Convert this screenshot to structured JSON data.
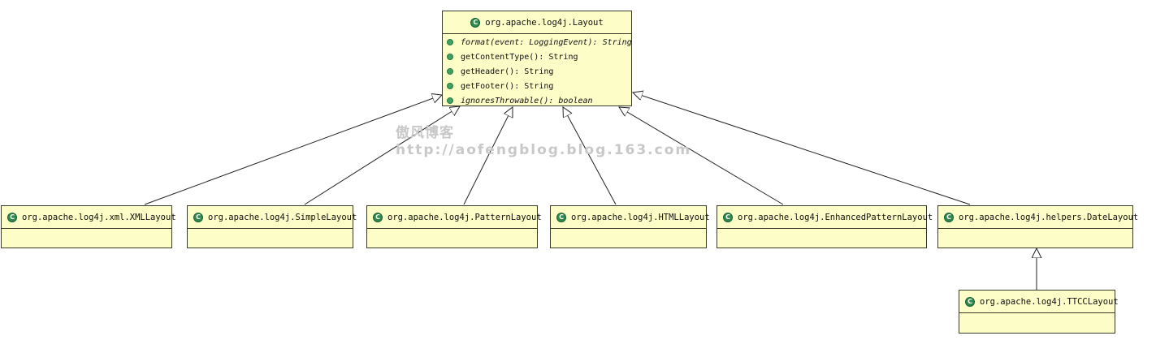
{
  "diagram": {
    "base": {
      "name": "org.apache.log4j.Layout",
      "methods": [
        {
          "label": "format(event: LoggingEvent): String",
          "abstract": true
        },
        {
          "label": "getContentType(): String",
          "abstract": false
        },
        {
          "label": "getHeader(): String",
          "abstract": false
        },
        {
          "label": "getFooter(): String",
          "abstract": false
        },
        {
          "label": "ignoresThrowable(): boolean",
          "abstract": true
        }
      ]
    },
    "subclasses": [
      {
        "name": "org.apache.log4j.xml.XMLLayout"
      },
      {
        "name": "org.apache.log4j.SimpleLayout"
      },
      {
        "name": "org.apache.log4j.PatternLayout"
      },
      {
        "name": "org.apache.log4j.HTMLLayout"
      },
      {
        "name": "org.apache.log4j.EnhancedPatternLayout"
      },
      {
        "name": "org.apache.log4j.helpers.DateLayout"
      }
    ],
    "sub_subclass": {
      "name": "org.apache.log4j.TTCCLayout",
      "parent": "org.apache.log4j.helpers.DateLayout"
    },
    "icon": {
      "class_icon": "class-icon",
      "method_icon": "public-method-icon",
      "class_icon_color": "#2f8a4d",
      "box_fill": "#fdfdc8"
    }
  },
  "watermark": {
    "line1": "傲风博客",
    "line2": "http://aofengblog.blog.163.com"
  }
}
